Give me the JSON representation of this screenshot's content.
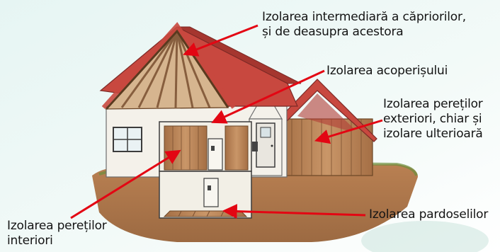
{
  "labels": {
    "rafters": {
      "line1": "Izolarea intermediară a căpriorilor,",
      "line2": "și de deasupra acestora"
    },
    "roof": "Izolarea acoperișului",
    "exterior_walls": {
      "line1": "Izolarea pereților",
      "line2": "exteriori, chiar și",
      "line3": "izolare ulterioară"
    },
    "floors": "Izolarea pardoselilor",
    "interior_walls": {
      "line1": "Izolarea pereților",
      "line2": "interiori"
    }
  },
  "colors": {
    "arrow": "#e30613",
    "roof_tiles": "#c8483f",
    "wood_insulation": "#b9855a",
    "soil": "#a8744a",
    "walls": "#f4f1ea",
    "sky_gradient_start": "#dff0ef"
  }
}
